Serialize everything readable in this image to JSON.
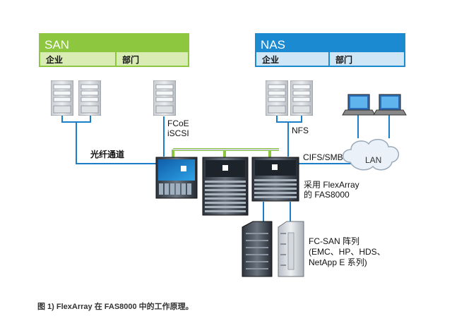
{
  "san": {
    "title": "SAN",
    "cells": [
      "企业",
      "部门"
    ]
  },
  "nas": {
    "title": "NAS",
    "cells": [
      "企业",
      "部门"
    ]
  },
  "labels": {
    "fcoe": "FCoE",
    "iscsi": "iSCSI",
    "fiber": "光纤通道",
    "nfs": "NFS",
    "cifs": "CIFS/SMB",
    "lan": "LAN",
    "flexarray_line1": "采用 FlexArray",
    "flexarray_line2": "的 FAS8000",
    "fcsan_line1": "FC-SAN 阵列",
    "fcsan_line2": "(EMC、HP、HDS、",
    "fcsan_line3": "NetApp E 系列)"
  },
  "caption": "图 1) FlexArray 在 FAS8000 中的工作原理。",
  "colors": {
    "san_green": "#8dc63f",
    "san_light": "#d9ecb4",
    "nas_blue": "#1c8ad0",
    "nas_light": "#cfe6f7",
    "link_blue": "#1a7fc9",
    "link_green": "#8dc63f"
  }
}
